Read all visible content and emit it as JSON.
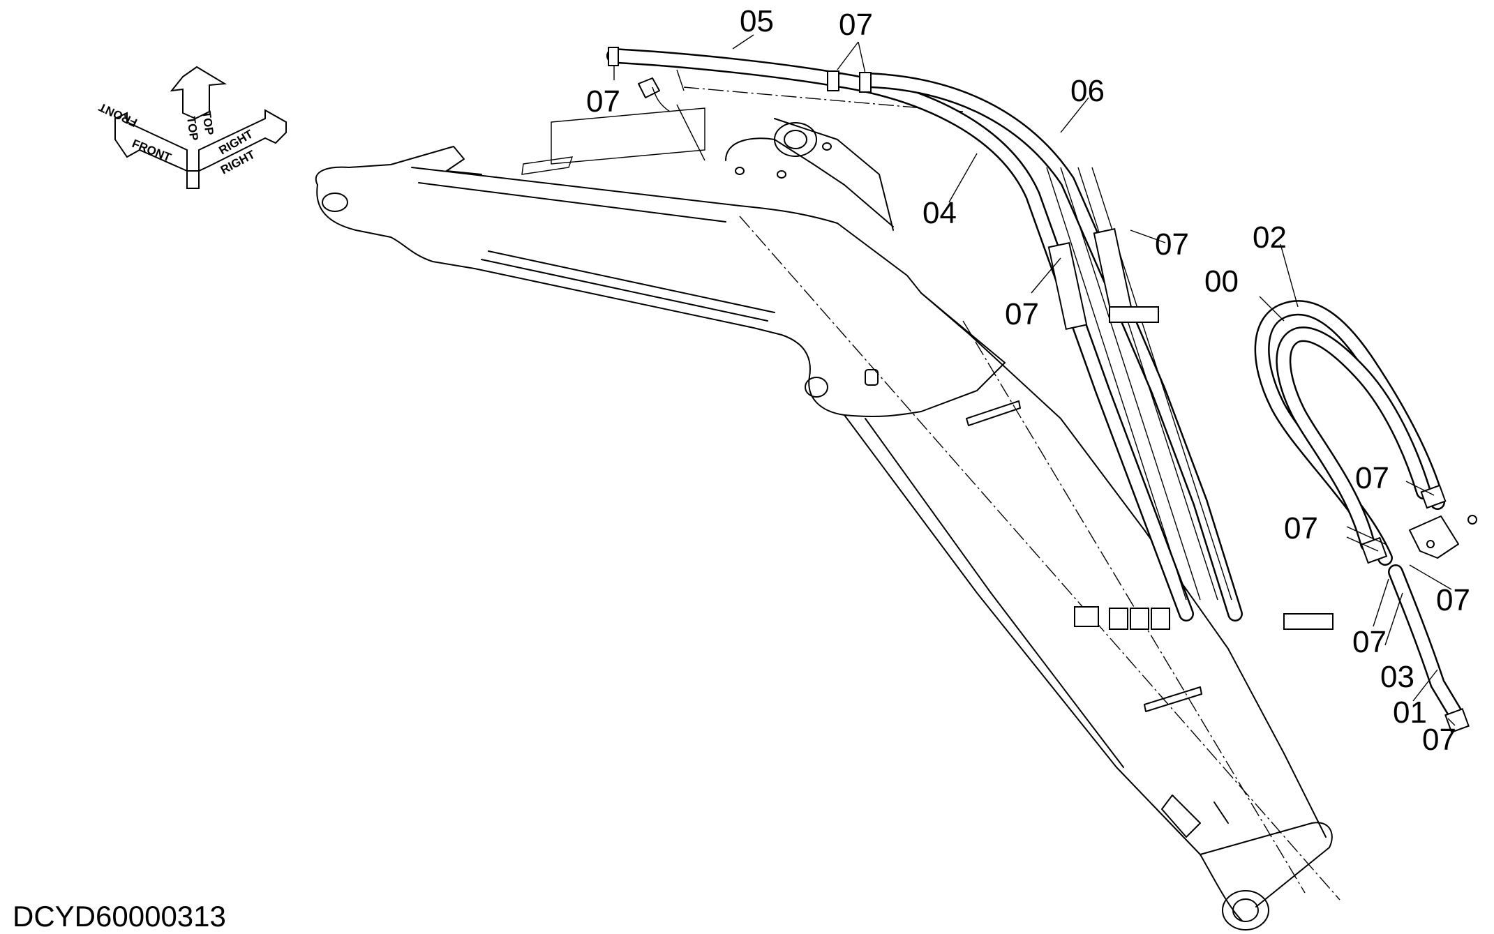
{
  "orientation": {
    "labels": [
      "FRONT",
      "TOP",
      "TOP",
      "RIGHT",
      "FRONT",
      "RIGHT"
    ]
  },
  "part_labels": {
    "p05": "05",
    "p07_top": "07",
    "p07_left": "07",
    "p06": "06",
    "p04": "04",
    "p07_mid_right": "07",
    "p07_mid_left": "07",
    "p02": "02",
    "p00": "00",
    "p07_right_upper": "07",
    "p07_right_mid": "07",
    "p07_right_side": "07",
    "p07_right_low": "07",
    "p03": "03",
    "p01": "01",
    "p07_bottom": "07"
  },
  "drawing_code": "DCYD60000313"
}
